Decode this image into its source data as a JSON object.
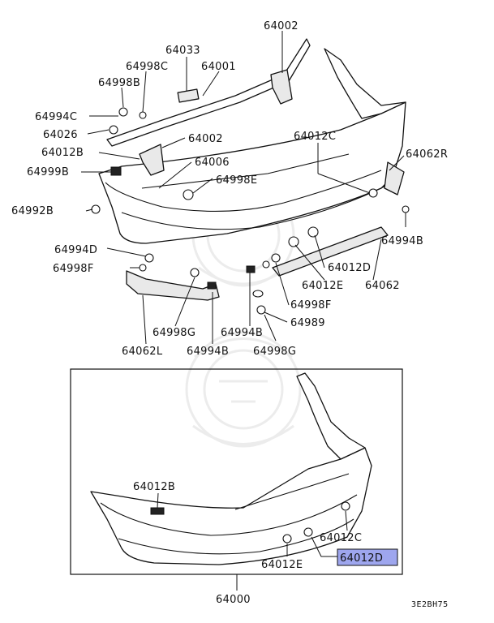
{
  "labels": {
    "p64002_top": "64002",
    "p64033": "64033",
    "p64998C": "64998C",
    "p64001": "64001",
    "p64998B": "64998B",
    "p64994C": "64994C",
    "p64026": "64026",
    "p64002_mid": "64002",
    "p64012B_top": "64012B",
    "p64006": "64006",
    "p64999B": "64999B",
    "p64998E": "64998E",
    "p64992B": "64992B",
    "p64012C_top": "64012C",
    "p64062R": "64062R",
    "p64994B_right": "64994B",
    "p64994D": "64994D",
    "p64998F_left": "64998F",
    "p64012D_mid": "64012D",
    "p64012E_mid": "64012E",
    "p64062": "64062",
    "p64998F_mid": "64998F",
    "p64989": "64989",
    "p64998G_left": "64998G",
    "p64994B_mid": "64994B",
    "p64998G_mid": "64998G",
    "p64062L": "64062L",
    "p64994B_left": "64994B",
    "p64012B_box": "64012B",
    "p64012C_box": "64012C",
    "p64012E_box": "64012E",
    "p64012D_box": "64012D",
    "p64000": "64000"
  },
  "highlight": {
    "part": "64012D",
    "color": "#9ea6ee"
  },
  "diagram_code": "3E2BH75"
}
